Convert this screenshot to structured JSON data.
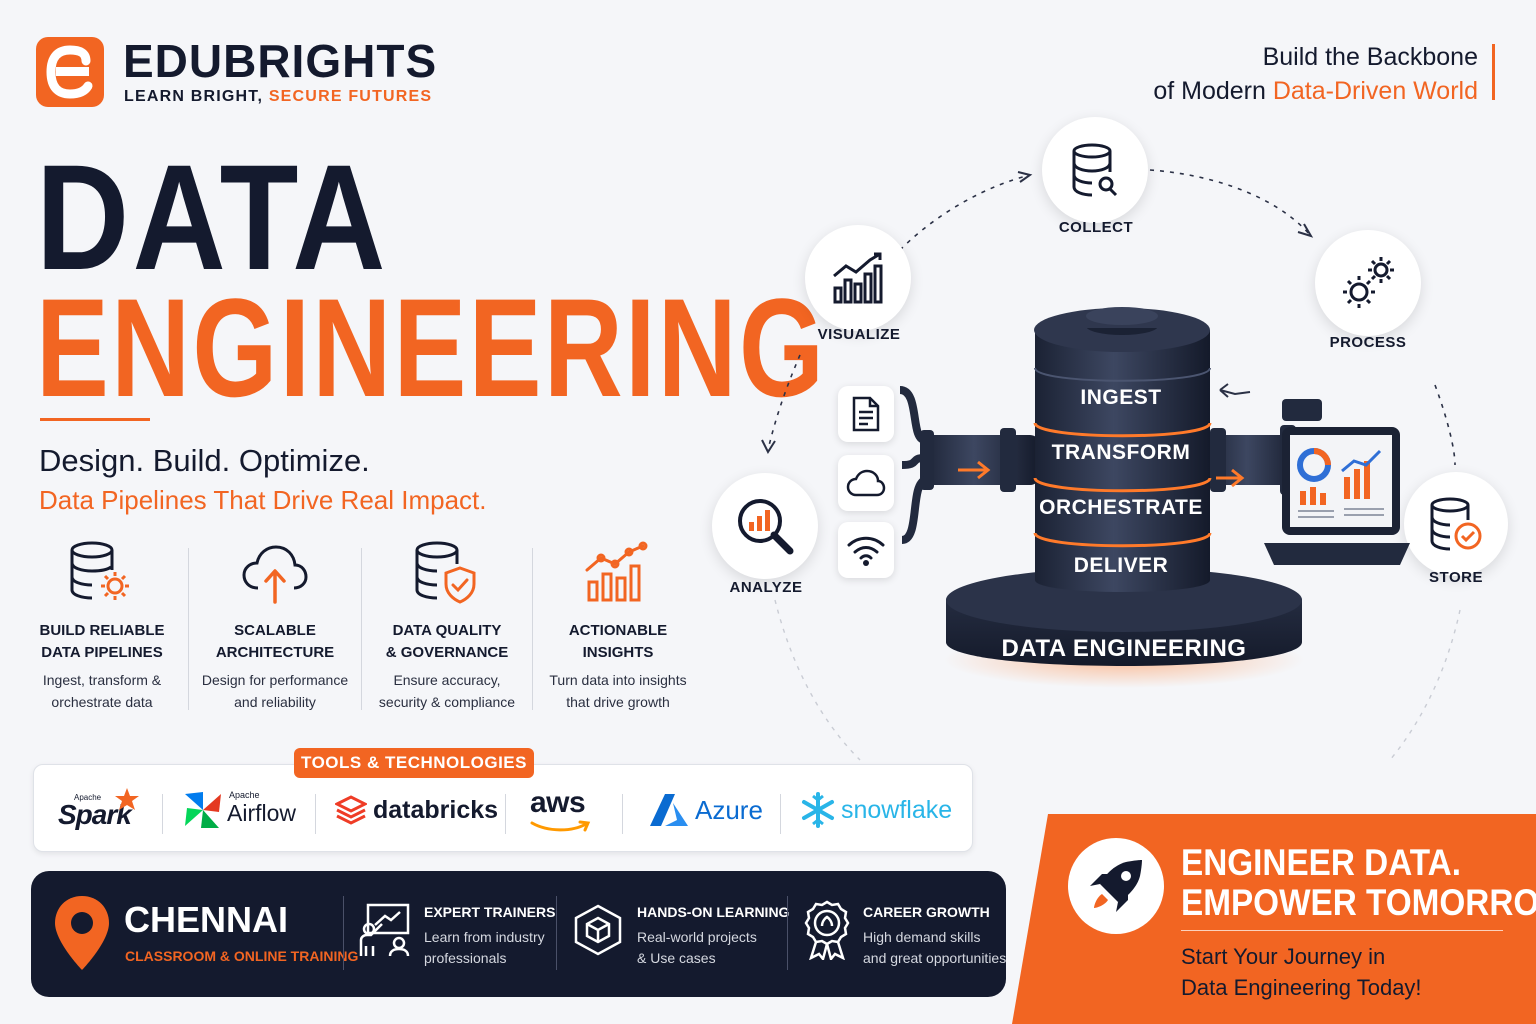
{
  "brand": {
    "name": "EDUBRIGHTS",
    "tagline_part1": "LEARN BRIGHT, ",
    "tagline_part2": "SECURE FUTURES",
    "accent_color": "#f26522",
    "dark_color": "#141a2e"
  },
  "header_tagline": {
    "line1": "Build the Backbone",
    "line2_prefix": "of Modern ",
    "line2_highlight": "Data-Driven World"
  },
  "hero": {
    "title_line1": "DATA",
    "title_line2": "ENGINEERING",
    "subtitle": "Design. Build. Optimize.",
    "subtitle_highlight": "Data Pipelines That Drive Real Impact."
  },
  "features": [
    {
      "icon": "database-gear-icon",
      "title_line1": "BUILD RELIABLE",
      "title_line2": "DATA PIPELINES",
      "desc_line1": "Ingest, transform &",
      "desc_line2": "orchestrate data"
    },
    {
      "icon": "cloud-upload-icon",
      "title_line1": "SCALABLE",
      "title_line2": "ARCHITECTURE",
      "desc_line1": "Design for performance",
      "desc_line2": "and reliability"
    },
    {
      "icon": "database-shield-icon",
      "title_line1": "DATA QUALITY",
      "title_line2": "& GOVERNANCE",
      "desc_line1": "Ensure accuracy,",
      "desc_line2": "security & compliance"
    },
    {
      "icon": "growth-chart-icon",
      "title_line1": "ACTIONABLE",
      "title_line2": "INSIGHTS",
      "desc_line1": "Turn data into insights",
      "desc_line2": "that drive growth"
    }
  ],
  "tools": {
    "label": "TOOLS & TECHNOLOGIES",
    "items": [
      {
        "prefix": "Apache",
        "name": "Spark"
      },
      {
        "prefix": "Apache",
        "name": "Airflow"
      },
      {
        "prefix": "",
        "name": "databricks"
      },
      {
        "prefix": "",
        "name": "aws"
      },
      {
        "prefix": "",
        "name": "Azure"
      },
      {
        "prefix": "",
        "name": "snowflake"
      }
    ]
  },
  "location": {
    "city": "CHENNAI",
    "mode": "CLASSROOM & ONLINE TRAINING"
  },
  "highlights": [
    {
      "icon": "trainer-icon",
      "title": "EXPERT TRAINERS",
      "desc_line1": "Learn from industry",
      "desc_line2": "professionals"
    },
    {
      "icon": "cube-icon",
      "title": "HANDS-ON LEARNING",
      "desc_line1": "Real-world projects",
      "desc_line2": "& Use cases"
    },
    {
      "icon": "award-icon",
      "title": "CAREER GROWTH",
      "desc_line1": "High demand skills",
      "desc_line2": "and great opportunities"
    }
  ],
  "cta": {
    "title_line1": "ENGINEER DATA.",
    "title_line2": "EMPOWER TOMORROW.",
    "sub_line1": "Start Your Journey in",
    "sub_line2": "Data Engineering Today!"
  },
  "diagram": {
    "nodes": {
      "collect": "COLLECT",
      "process": "PROCESS",
      "store": "STORE",
      "analyze": "ANALYZE",
      "visualize": "VISUALIZE"
    },
    "stages": [
      "INGEST",
      "TRANSFORM",
      "ORCHESTRATE",
      "DELIVER"
    ],
    "base_label": "DATA ENGINEERING"
  }
}
